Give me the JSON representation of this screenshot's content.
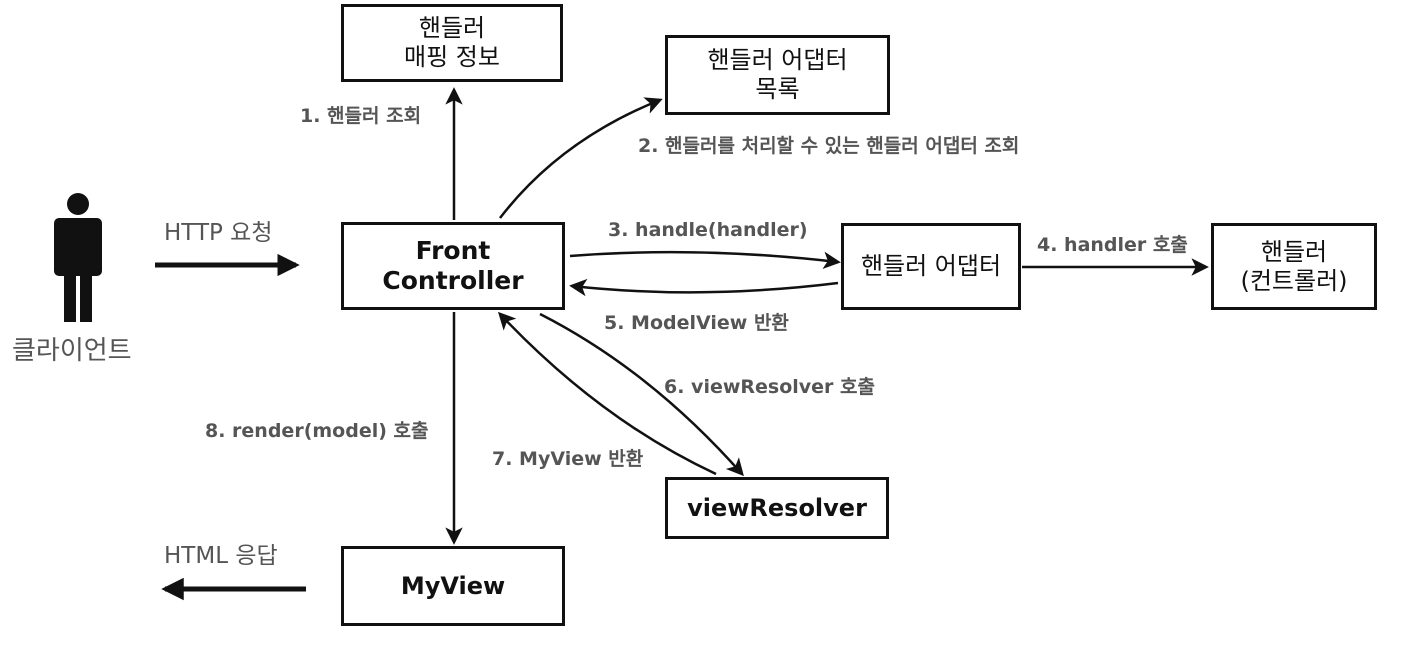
{
  "boxes": {
    "handler_mapping": {
      "line1": "핸들러",
      "line2": "매핑 정보"
    },
    "handler_adapter_list": {
      "line1": "핸들러 어댑터",
      "line2": "목록"
    },
    "front_controller": {
      "line1": "Front",
      "line2": "Controller"
    },
    "handler_adapter": {
      "text": "핸들러 어댑터"
    },
    "handler": {
      "line1": "핸들러",
      "line2": "(컨트롤러)"
    },
    "view_resolver": {
      "text": "viewResolver"
    },
    "my_view": {
      "text": "MyView"
    }
  },
  "client": {
    "label": "클라이언트"
  },
  "labels": {
    "http_request": "HTTP 요청",
    "html_response": "HTML 응답",
    "step1": "1. 핸들러 조회",
    "step2": "2. 핸들러를 처리할 수 있는 핸들러 어댑터 조회",
    "step3": "3. handle(handler)",
    "step4": "4. handler 호출",
    "step5": "5. ModelView 반환",
    "step6": "6. viewResolver 호출",
    "step7": "7. MyView 반환",
    "step8": "8. render(model) 호출"
  },
  "colors": {
    "stroke": "#111111",
    "label": "#555555"
  }
}
